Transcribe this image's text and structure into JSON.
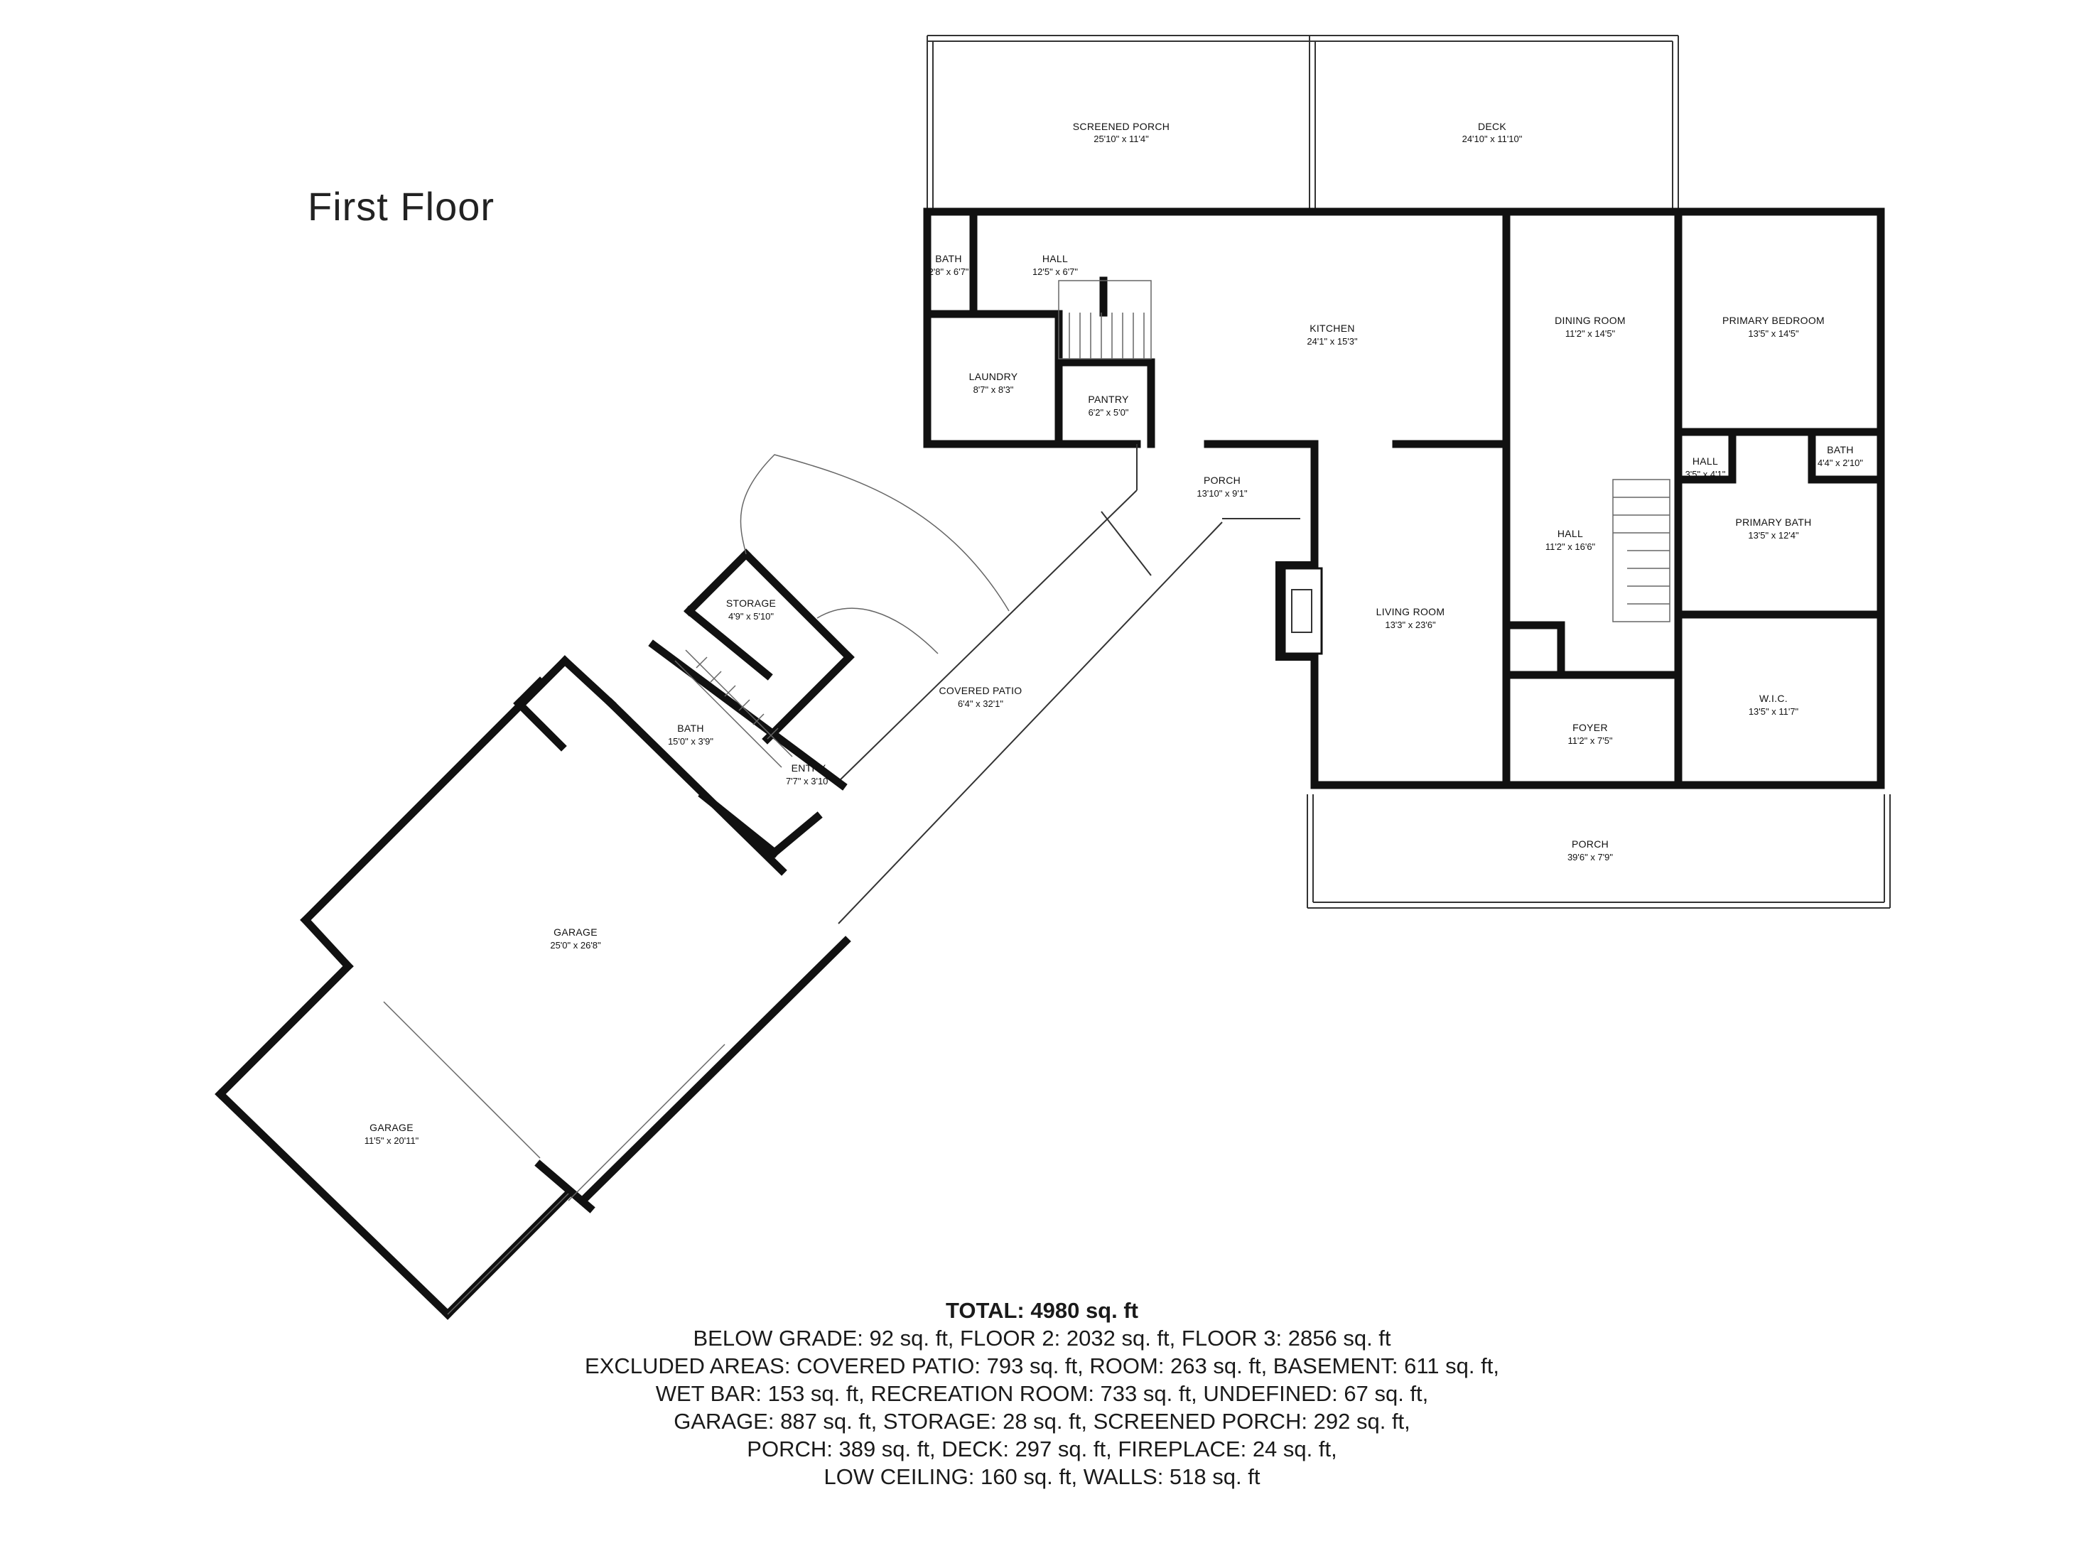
{
  "title": "First Floor",
  "rooms": [
    {
      "name": "SCREENED PORCH",
      "dims": "25'10\" x 11'4\""
    },
    {
      "name": "DECK",
      "dims": "24'10\" x 11'10\""
    },
    {
      "name": "BATH",
      "dims": "2'8\" x 6'7\""
    },
    {
      "name": "HALL",
      "dims": "12'5\" x 6'7\""
    },
    {
      "name": "KITCHEN",
      "dims": "24'1\" x 15'3\""
    },
    {
      "name": "DINING ROOM",
      "dims": "11'2\" x 14'5\""
    },
    {
      "name": "PRIMARY BEDROOM",
      "dims": "13'5\" x 14'5\""
    },
    {
      "name": "LAUNDRY",
      "dims": "8'7\" x 8'3\""
    },
    {
      "name": "PANTRY",
      "dims": "6'2\" x 5'0\""
    },
    {
      "name": "PORCH",
      "dims": "13'10\" x 9'1\""
    },
    {
      "name": "HALL",
      "dims": "3'5\" x 4'1\""
    },
    {
      "name": "BATH",
      "dims": "4'4\" x 2'10\""
    },
    {
      "name": "PRIMARY BATH",
      "dims": "13'5\" x 12'4\""
    },
    {
      "name": "HALL",
      "dims": "11'2\" x 16'6\""
    },
    {
      "name": "LIVING ROOM",
      "dims": "13'3\" x 23'6\""
    },
    {
      "name": "STORAGE",
      "dims": "4'9\" x 5'10\""
    },
    {
      "name": "COVERED PATIO",
      "dims": "6'4\" x 32'1\""
    },
    {
      "name": "BATH",
      "dims": "15'0\" x 3'9\""
    },
    {
      "name": "ENTRY",
      "dims": "7'7\" x 3'10\""
    },
    {
      "name": "W.I.C.",
      "dims": "13'5\" x 11'7\""
    },
    {
      "name": "FOYER",
      "dims": "11'2\" x 7'5\""
    },
    {
      "name": "PORCH",
      "dims": "39'6\" x 7'9\""
    },
    {
      "name": "GARAGE",
      "dims": "25'0\" x 26'8\""
    },
    {
      "name": "GARAGE",
      "dims": "11'5\" x 20'11\""
    }
  ],
  "summary": {
    "total": "TOTAL: 4980 sq. ft",
    "lines": [
      "BELOW GRADE: 92 sq. ft, FLOOR 2: 2032 sq. ft, FLOOR 3: 2856 sq. ft",
      "EXCLUDED AREAS: COVERED PATIO: 793 sq. ft, ROOM: 263 sq. ft, BASEMENT: 611 sq. ft,",
      "WET BAR: 153 sq. ft, RECREATION ROOM: 733 sq. ft, UNDEFINED: 67 sq. ft,",
      "GARAGE: 887 sq. ft, STORAGE: 28 sq. ft, SCREENED PORCH: 292 sq. ft,",
      "PORCH: 389 sq. ft, DECK: 297 sq. ft, FIREPLACE: 24 sq. ft,",
      "LOW CEILING: 160 sq. ft, WALLS: 518 sq. ft"
    ]
  }
}
